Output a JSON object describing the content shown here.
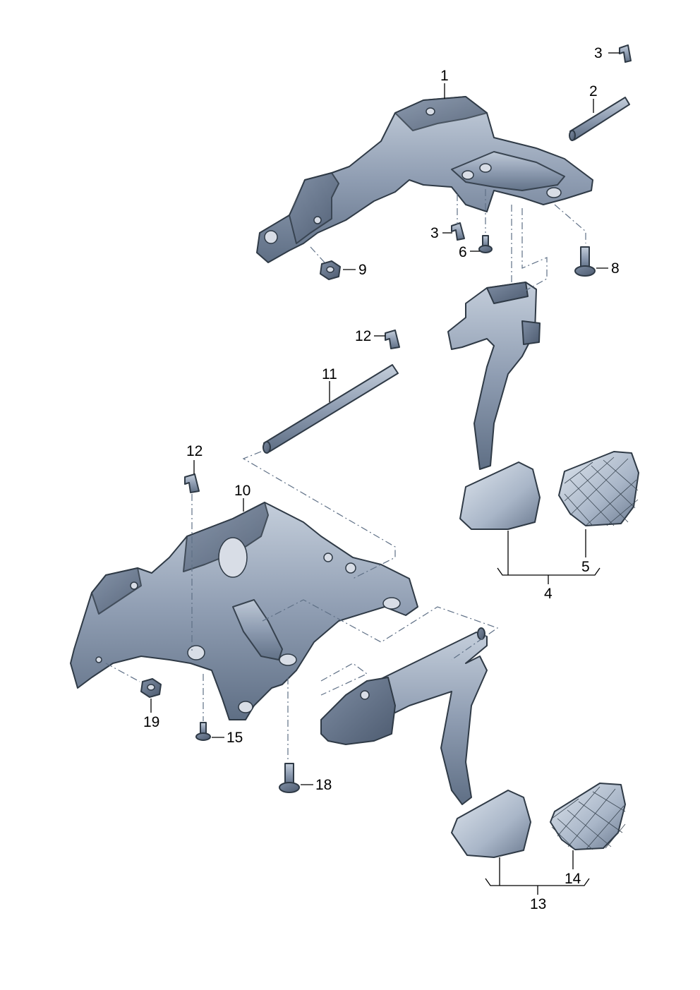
{
  "callouts": {
    "c1": "1",
    "c2": "2",
    "c3a": "3",
    "c3b": "3",
    "c4": "4",
    "c5": "5",
    "c6": "6",
    "c8": "8",
    "c9": "9",
    "c10": "10",
    "c11": "11",
    "c12a": "12",
    "c12b": "12",
    "c13": "13",
    "c14": "14",
    "c15": "15",
    "c18": "18",
    "c19": "19"
  },
  "colors": {
    "metal_light": "#aab7cb",
    "metal_dark": "#5f6f85",
    "outline": "#2f3a46",
    "dash_line": "#5f7086"
  }
}
